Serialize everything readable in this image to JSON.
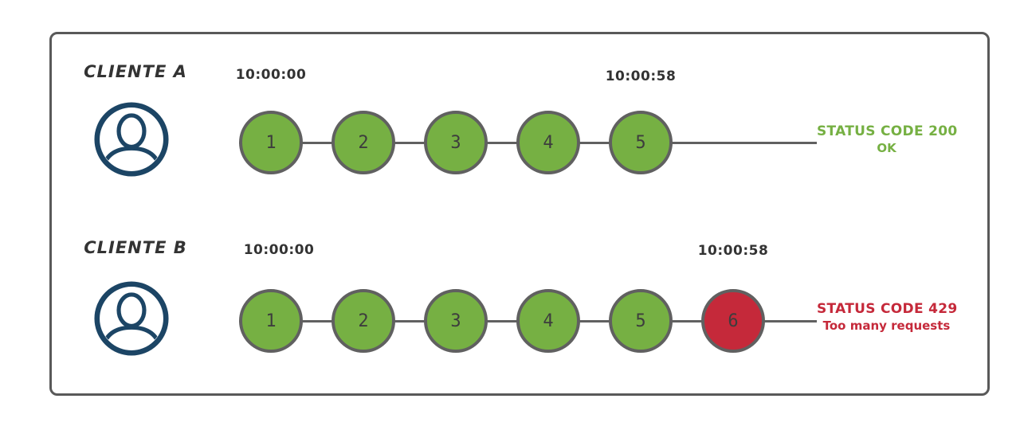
{
  "diagram": {
    "colors": {
      "ok": "#76b043",
      "blocked": "#c5293a",
      "line": "#606060",
      "frame": "#595959",
      "avatar": "#1c4565",
      "text": "#333333"
    },
    "clients": [
      {
        "name": "CLIENTE A",
        "avatar_icon": "user-avatar-icon",
        "start_time": "10:00:00",
        "end_time": "10:00:58",
        "requests": [
          {
            "label": "1",
            "state": "ok"
          },
          {
            "label": "2",
            "state": "ok"
          },
          {
            "label": "3",
            "state": "ok"
          },
          {
            "label": "4",
            "state": "ok"
          },
          {
            "label": "5",
            "state": "ok"
          }
        ],
        "status": {
          "code_text": "STATUS CODE 200",
          "desc_text": "OK",
          "color": "#76b043"
        }
      },
      {
        "name": "CLIENTE B",
        "avatar_icon": "user-avatar-icon",
        "start_time": "10:00:00",
        "end_time": "10:00:58",
        "requests": [
          {
            "label": "1",
            "state": "ok"
          },
          {
            "label": "2",
            "state": "ok"
          },
          {
            "label": "3",
            "state": "ok"
          },
          {
            "label": "4",
            "state": "ok"
          },
          {
            "label": "5",
            "state": "ok"
          },
          {
            "label": "6",
            "state": "blocked"
          }
        ],
        "status": {
          "code_text": "STATUS CODE 429",
          "desc_text": "Too many requests",
          "color": "#c5293a"
        }
      }
    ]
  }
}
